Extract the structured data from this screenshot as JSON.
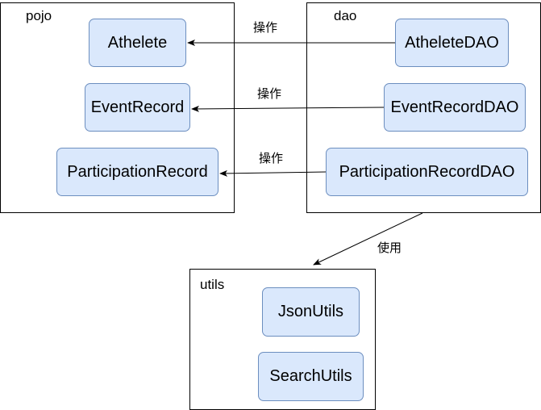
{
  "packages": {
    "pojo": {
      "label": "pojo",
      "classes": [
        "Athelete",
        "EventRecord",
        "ParticipationRecord"
      ]
    },
    "dao": {
      "label": "dao",
      "classes": [
        "AtheleteDAO",
        "EventRecordDAO",
        "ParticipationRecordDAO"
      ]
    },
    "utils": {
      "label": "utils",
      "classes": [
        "JsonUtils",
        "SearchUtils"
      ]
    }
  },
  "edges": {
    "operate_athelete": "操作",
    "operate_event_record": "操作",
    "operate_participation_record": "操作",
    "uses_utils": "使用"
  },
  "colors": {
    "class_fill": "#dae8fc",
    "class_border": "#6c8ebf",
    "package_border": "#000000",
    "edge": "#000000"
  }
}
